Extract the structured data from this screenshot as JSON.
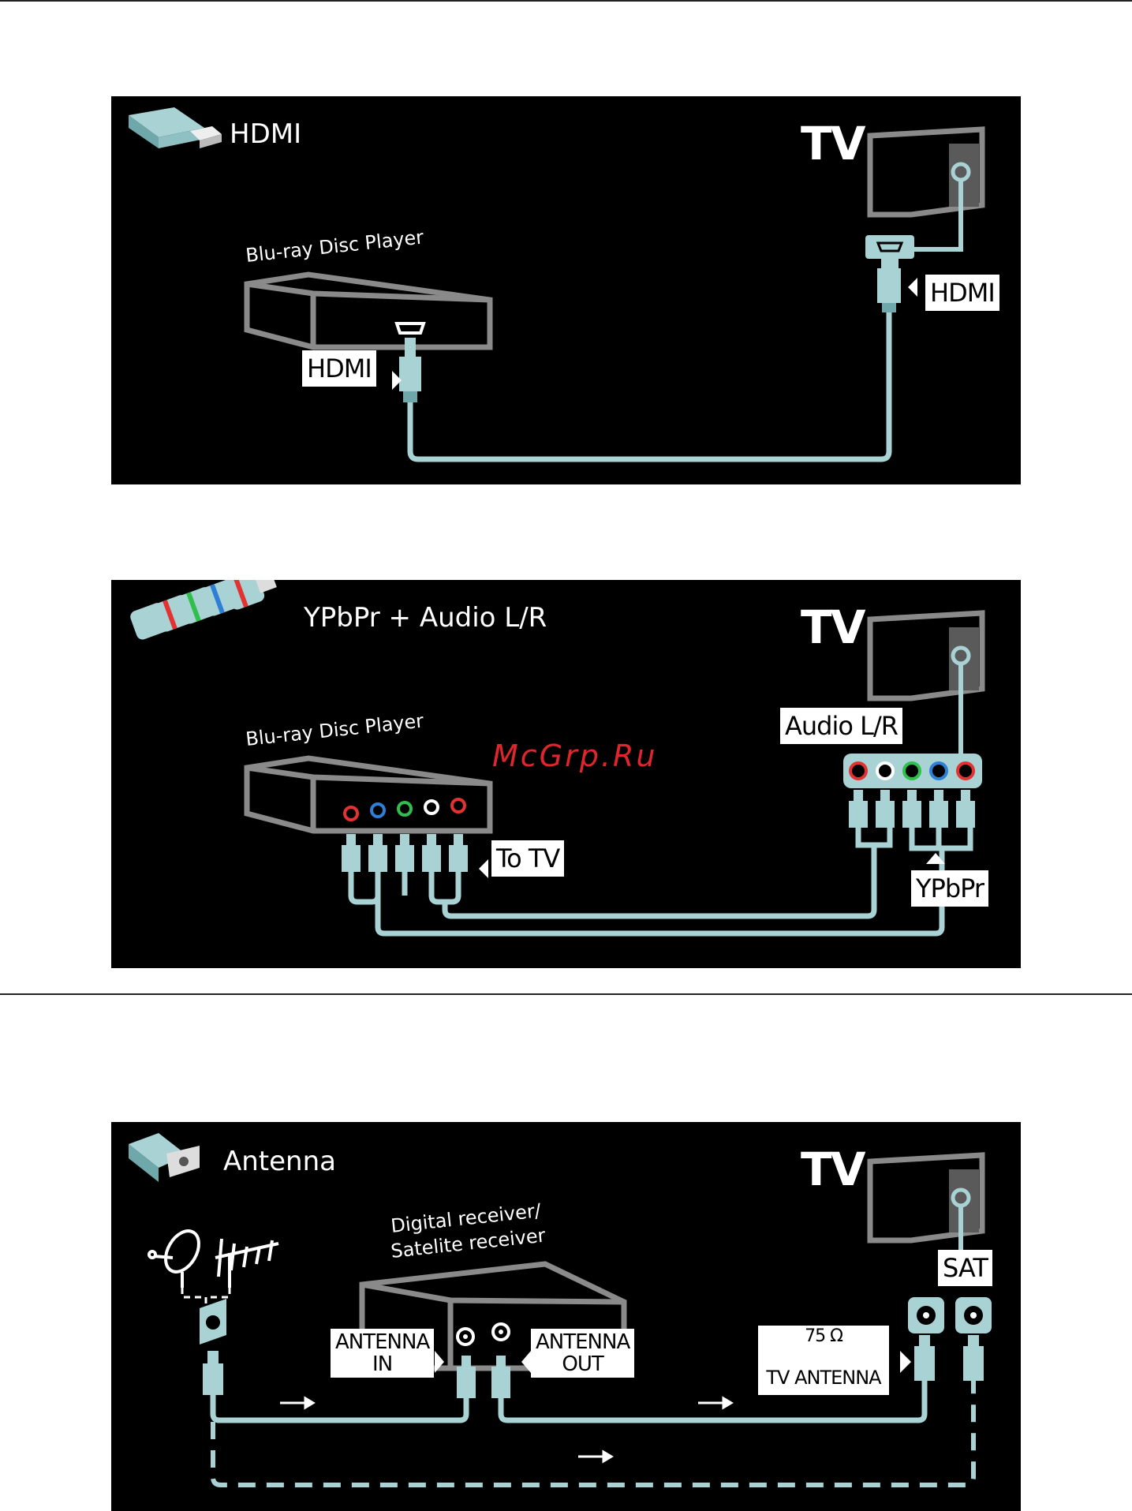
{
  "watermark": "McGrp.Ru",
  "hdmi_panel": {
    "title": "HDMI",
    "tv_label": "TV",
    "device_label": "Blu-ray Disc Player",
    "device_port_label": "HDMI",
    "tv_port_label": "HDMI",
    "icon": "hdmi-plug-icon"
  },
  "ypbpr_panel": {
    "title": "YPbPr + Audio L/R",
    "tv_label": "TV",
    "device_label": "Blu-ray Disc Player",
    "to_tv_label": "To TV",
    "audio_label": "Audio L/R",
    "ypbpr_label": "YPbPr",
    "icon": "rca-plugs-icon",
    "device_jack_colors": [
      "#e23232",
      "#2f7fd6",
      "#2fbf4a",
      "#ffffff",
      "#e23232"
    ],
    "tv_jack_colors": [
      "#e23232",
      "#ffffff",
      "#2fbf4a",
      "#2f7fd6",
      "#e23232"
    ]
  },
  "antenna_panel": {
    "title": "Antenna",
    "tv_label": "TV",
    "device_label_line1": "Digital receiver/",
    "device_label_line2": "Satelite receiver",
    "antenna_in_line1": "ANTENNA",
    "antenna_in_line2": "IN",
    "antenna_out_line1": "ANTENNA",
    "antenna_out_line2": "OUT",
    "tv_antenna_line1": "75 Ω",
    "tv_antenna_line3": "TV ANTENNA",
    "sat_label": "SAT",
    "icon": "coax-plug-icon"
  },
  "colors": {
    "panel_bg": "#000000",
    "cable": "#a9d2d4",
    "outline": "#8a8a8a",
    "label_bg": "#ffffff"
  }
}
